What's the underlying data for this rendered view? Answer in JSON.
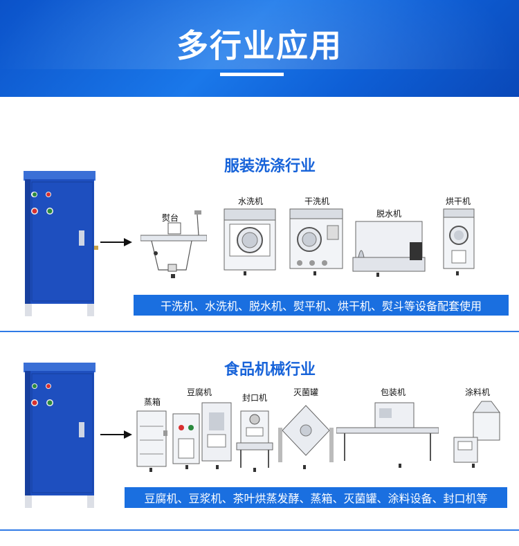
{
  "banner": {
    "title": "多行业应用"
  },
  "sections": [
    {
      "title": "服装洗涤行业",
      "machines": [
        "熨台",
        "水洗机",
        "干洗机",
        "脱水机",
        "烘干机"
      ],
      "caption": "干洗机、水洗机、脱水机、熨平机、烘干机、熨斗等设备配套使用"
    },
    {
      "title": "食品机械行业",
      "machines": [
        "蒸箱",
        "豆腐机",
        "封口机",
        "灭菌罐",
        "包装机",
        "涂料机"
      ],
      "caption": "豆腐机、豆浆机、茶叶烘蒸发酵、蒸箱、灭菌罐、涂料设备、封口机等"
    }
  ],
  "colors": {
    "accent": "#1a6fe0",
    "title": "#1763d9",
    "cabinet": "#1e4fbf"
  }
}
